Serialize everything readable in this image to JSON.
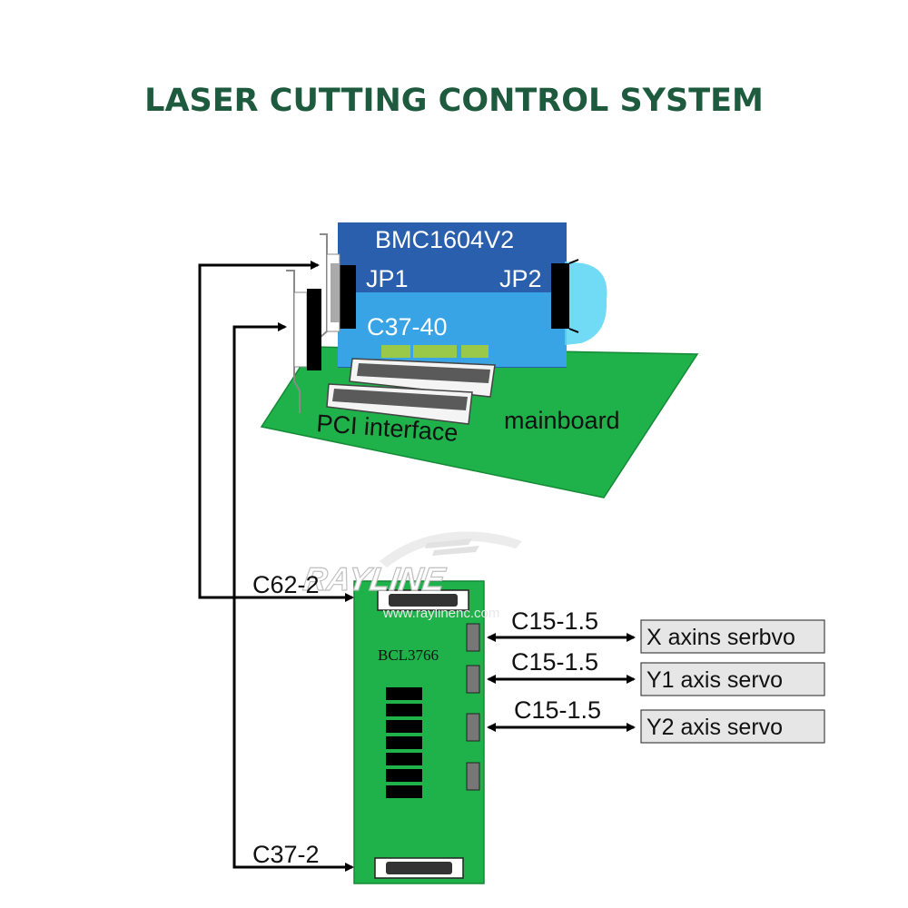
{
  "title": "LASER CUTTING CONTROL SYSTEM",
  "card": {
    "name": "BMC1604V2",
    "jp1": "JP1",
    "jp2": "JP2",
    "connector": "C37-40"
  },
  "mainboard": {
    "pci_label": "PCI interface",
    "board_label": "mainboard"
  },
  "breakout": {
    "name": "BCL3766"
  },
  "watermark": {
    "brand": "RAYLINE",
    "url": "www.raylinenc.com"
  },
  "cables": {
    "top": "C62-2",
    "bottom": "C37-2",
    "servo_1": "C15-1.5",
    "servo_2": "C15-1.5",
    "servo_3": "C15-1.5"
  },
  "servos": [
    {
      "label": "X axins serbvo"
    },
    {
      "label": "Y1 axis servo"
    },
    {
      "label": "Y2 axis servo"
    }
  ],
  "colors": {
    "title": "#1e5a3e",
    "pcb_green": "#1fb24a",
    "card_blue": "#2a5fae",
    "card_light_blue": "#3aa8e8",
    "cyan_band": "#58d4f2",
    "servo_box": "#e6e6e6"
  }
}
